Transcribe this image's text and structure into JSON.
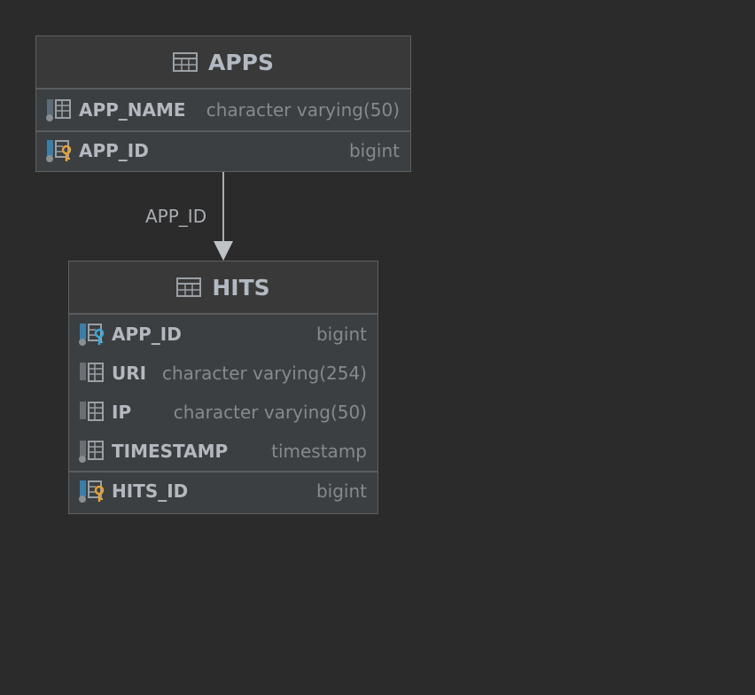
{
  "diagram": {
    "relationship_label": "APP_ID",
    "tables": [
      {
        "name": "APPS",
        "columns": [
          {
            "name": "APP_NAME",
            "type": "character varying(50)",
            "icon": "column-icon"
          }
        ],
        "primary_keys": [
          {
            "name": "APP_ID",
            "type": "bigint",
            "icon": "primary-key-icon"
          }
        ]
      },
      {
        "name": "HITS",
        "columns": [
          {
            "name": "APP_ID",
            "type": "bigint",
            "icon": "foreign-key-icon"
          },
          {
            "name": "URI",
            "type": "character varying(254)",
            "icon": "column-icon"
          },
          {
            "name": "IP",
            "type": "character varying(50)",
            "icon": "column-icon"
          },
          {
            "name": "TIMESTAMP",
            "type": "timestamp",
            "icon": "column-icon"
          }
        ],
        "primary_keys": [
          {
            "name": "HITS_ID",
            "type": "bigint",
            "icon": "primary-key-icon"
          }
        ]
      }
    ],
    "colors": {
      "background": "#2b2b2b",
      "table_body": "#3c3f41",
      "primary_key": "#e6a13a",
      "foreign_key": "#3fa7d6",
      "column_marker": "#3b7ea8"
    }
  }
}
